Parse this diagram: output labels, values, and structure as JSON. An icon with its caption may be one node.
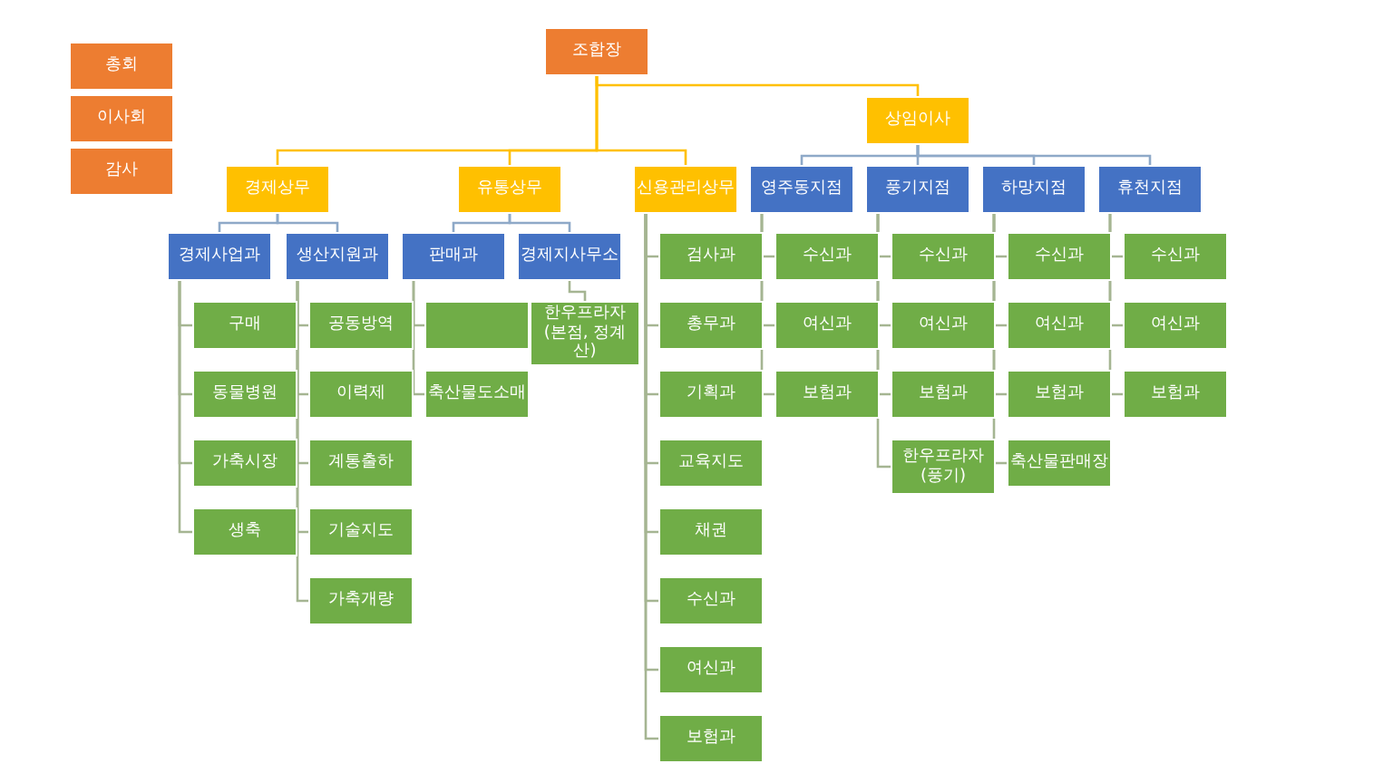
{
  "diagram": {
    "nodes": [
      {
        "text": [
          "총회"
        ]
      },
      {
        "text": [
          "이사회"
        ]
      },
      {
        "text": [
          "감사"
        ]
      },
      {
        "text": [
          "조합장"
        ]
      },
      {
        "text": [
          "상임이사"
        ]
      },
      {
        "text": [
          "경제상무"
        ]
      },
      {
        "text": [
          "유통상무"
        ]
      },
      {
        "text": [
          "신용관리상무"
        ]
      },
      {
        "text": [
          "영주동지점"
        ]
      },
      {
        "text": [
          "풍기지점"
        ]
      },
      {
        "text": [
          "하망지점"
        ]
      },
      {
        "text": [
          "휴천지점"
        ]
      },
      {
        "text": [
          "경제사업과"
        ]
      },
      {
        "text": [
          "생산지원과"
        ]
      },
      {
        "text": [
          "판매과"
        ]
      },
      {
        "text": [
          "경제지사무소"
        ]
      },
      {
        "text": [
          "구매"
        ]
      },
      {
        "text": [
          "동물병원"
        ]
      },
      {
        "text": [
          "가축시장"
        ]
      },
      {
        "text": [
          "생축"
        ]
      },
      {
        "text": [
          "공동방역"
        ]
      },
      {
        "text": [
          "이력제"
        ]
      },
      {
        "text": [
          "계통출하"
        ]
      },
      {
        "text": [
          "기술지도"
        ]
      },
      {
        "text": [
          "가축개량"
        ]
      },
      {
        "text": [],
        "shape": "box"
      },
      {
        "text": [
          "축산물도소매"
        ]
      },
      {
        "text": [
          "한우프라자 (본점, 정계산)"
        ]
      },
      {
        "text": [
          "검사과"
        ]
      },
      {
        "text": [
          "총무과"
        ]
      },
      {
        "text": [
          "기획과"
        ]
      },
      {
        "text": [
          "교육지도"
        ]
      },
      {
        "text": [
          "채권"
        ]
      },
      {
        "text": [
          "수신과"
        ]
      },
      {
        "text": [
          "여신과"
        ]
      },
      {
        "text": [
          "보험과"
        ]
      },
      {
        "text": [
          "수신과"
        ]
      },
      {
        "text": [
          "여신과"
        ]
      },
      {
        "text": [
          "보험과"
        ]
      },
      {
        "text": [
          "수신과"
        ]
      },
      {
        "text": [
          "여신과"
        ]
      },
      {
        "text": [
          "보험과"
        ]
      },
      {
        "text": [
          "한우프라자 (풍기)"
        ]
      },
      {
        "text": [
          "수신과"
        ]
      },
      {
        "text": [
          "여신과"
        ]
      },
      {
        "text": [
          "보험과"
        ]
      },
      {
        "text": [
          "축산물판매장"
        ]
      },
      {
        "text": [
          "수신과"
        ]
      },
      {
        "text": [
          "여신과"
        ]
      },
      {
        "text": [
          "보험과"
        ]
      }
    ],
    "edges": [
      {
        "from": 3,
        "to": 4,
        "arrow": "none",
        "color": "#ffc000"
      },
      {
        "from": 3,
        "to": 5,
        "arrow": "none",
        "color": "#ffc000"
      },
      {
        "from": 3,
        "to": 6,
        "arrow": "none",
        "color": "#ffc000"
      },
      {
        "from": 3,
        "to": 7,
        "arrow": "none",
        "color": "#ffc000"
      },
      {
        "from": 4,
        "to": 8,
        "arrow": "none",
        "color": "#8ea9c8"
      },
      {
        "from": 4,
        "to": 9,
        "arrow": "none",
        "color": "#8ea9c8"
      },
      {
        "from": 4,
        "to": 10,
        "arrow": "none",
        "color": "#8ea9c8"
      },
      {
        "from": 4,
        "to": 11,
        "arrow": "none",
        "color": "#8ea9c8"
      },
      {
        "from": 5,
        "to": 12,
        "arrow": "none",
        "color": "#8ea9c8"
      },
      {
        "from": 5,
        "to": 13,
        "arrow": "none",
        "color": "#8ea9c8"
      },
      {
        "from": 6,
        "to": 14,
        "arrow": "none",
        "color": "#8ea9c8"
      },
      {
        "from": 6,
        "to": 15,
        "arrow": "none",
        "color": "#8ea9c8"
      },
      {
        "from": 12,
        "to": 16,
        "arrow": "none"
      },
      {
        "from": 12,
        "to": 17,
        "arrow": "none"
      },
      {
        "from": 12,
        "to": 18,
        "arrow": "none"
      },
      {
        "from": 12,
        "to": 19,
        "arrow": "none"
      },
      {
        "from": 13,
        "to": 20,
        "arrow": "none"
      },
      {
        "from": 13,
        "to": 21,
        "arrow": "none"
      },
      {
        "from": 13,
        "to": 22,
        "arrow": "none"
      },
      {
        "from": 13,
        "to": 23,
        "arrow": "none"
      },
      {
        "from": 13,
        "to": 24,
        "arrow": "none"
      },
      {
        "from": 14,
        "to": 25,
        "arrow": "none"
      },
      {
        "from": 14,
        "to": 26,
        "arrow": "none"
      },
      {
        "from": 15,
        "to": 27,
        "arrow": "none"
      },
      {
        "from": 7,
        "to": 28,
        "arrow": "none"
      },
      {
        "from": 7,
        "to": 29,
        "arrow": "none"
      },
      {
        "from": 7,
        "to": 30,
        "arrow": "none"
      },
      {
        "from": 7,
        "to": 31,
        "arrow": "none"
      },
      {
        "from": 7,
        "to": 32,
        "arrow": "none"
      },
      {
        "from": 7,
        "to": 33,
        "arrow": "none"
      },
      {
        "from": 7,
        "to": 34,
        "arrow": "none"
      },
      {
        "from": 7,
        "to": 35,
        "arrow": "none"
      },
      {
        "from": 8,
        "to": 36,
        "arrow": "none"
      },
      {
        "from": 8,
        "to": 37,
        "arrow": "none"
      },
      {
        "from": 8,
        "to": 38,
        "arrow": "none"
      },
      {
        "from": 9,
        "to": 39,
        "arrow": "none"
      },
      {
        "from": 9,
        "to": 40,
        "arrow": "none"
      },
      {
        "from": 9,
        "to": 41,
        "arrow": "none"
      },
      {
        "from": 9,
        "to": 42,
        "arrow": "none"
      },
      {
        "from": 10,
        "to": 43,
        "arrow": "none"
      },
      {
        "from": 10,
        "to": 44,
        "arrow": "none"
      },
      {
        "from": 10,
        "to": 45,
        "arrow": "none"
      },
      {
        "from": 10,
        "to": 46,
        "arrow": "none"
      },
      {
        "from": 11,
        "to": 47,
        "arrow": "none"
      },
      {
        "from": 11,
        "to": 48,
        "arrow": "none"
      },
      {
        "from": 11,
        "to": 49,
        "arrow": "none"
      }
    ]
  }
}
